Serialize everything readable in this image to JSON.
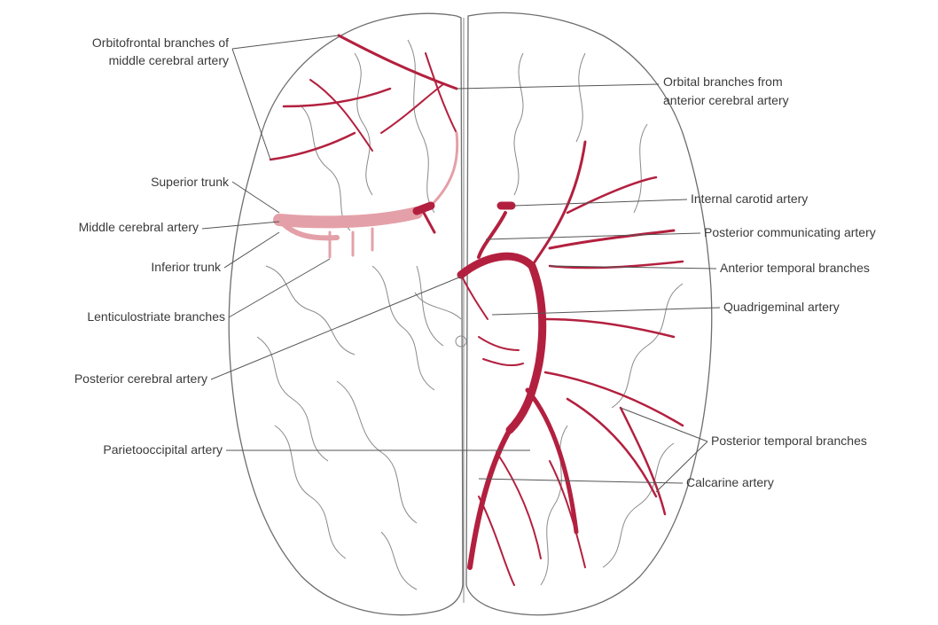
{
  "labels": {
    "orbitofrontal_l1": "Orbitofrontal branches of",
    "orbitofrontal_l2": "middle cerebral artery",
    "orbital_l1": "Orbital branches from",
    "orbital_l2": "anterior cerebral artery",
    "superior_trunk": "Superior trunk",
    "middle_cerebral": "Middle cerebral artery",
    "inferior_trunk": "Inferior trunk",
    "lenticulostriate": "Lenticulostriate branches",
    "posterior_cerebral": "Posterior cerebral artery",
    "parietooccipital": "Parietooccipital artery",
    "internal_carotid": "Internal carotid artery",
    "posterior_communicating": "Posterior communicating artery",
    "anterior_temporal": "Anterior temporal branches",
    "quadrigeminal": "Quadrigeminal artery",
    "posterior_temporal": "Posterior temporal branches",
    "calcarine": "Calcarine artery"
  },
  "colors": {
    "artery": "#b3203f",
    "artery_pale": "#e4a0a8",
    "outline": "#6e6e6e",
    "label_text": "#3a3a3a"
  }
}
